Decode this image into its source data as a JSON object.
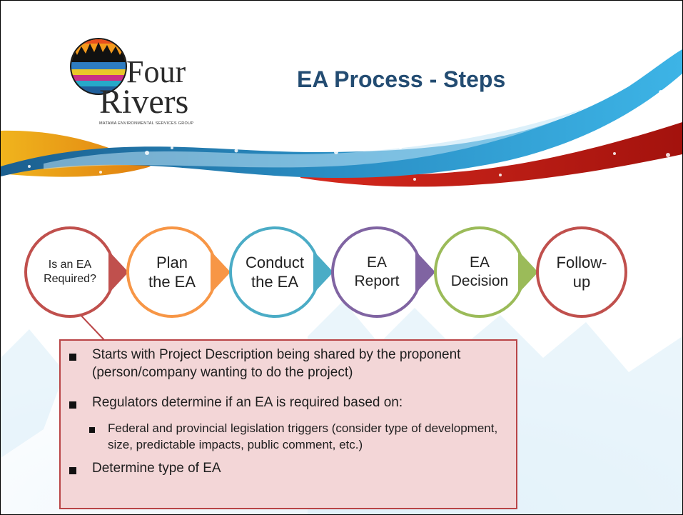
{
  "logo": {
    "word1": "Four",
    "word2": "Rivers",
    "tagline": "MATAWA ENVIRONMENTAL SERVICES GROUP"
  },
  "title": "EA Process - Steps",
  "steps": [
    {
      "line1": "Is an EA",
      "line2": "Required?",
      "color": "#c0504d"
    },
    {
      "line1": "Plan",
      "line2": "the EA",
      "color": "#f79646"
    },
    {
      "line1": "Conduct",
      "line2": "the EA",
      "color": "#4bacc6"
    },
    {
      "line1": "EA",
      "line2": "Report",
      "color": "#8064a2"
    },
    {
      "line1": "EA",
      "line2": "Decision",
      "color": "#9bbb59"
    },
    {
      "line1": "Follow-",
      "line2": "up",
      "color": "#c0504d"
    }
  ],
  "callout": {
    "bullet1": "Starts with Project Description being shared by the proponent (person/company wanting to do the project)",
    "bullet2": "Regulators determine if an EA is required based on:",
    "sub1": "Federal and provincial legislation triggers (consider type of development, size, predictable impacts, public comment, etc.)",
    "bullet3": "Determine type of EA"
  }
}
